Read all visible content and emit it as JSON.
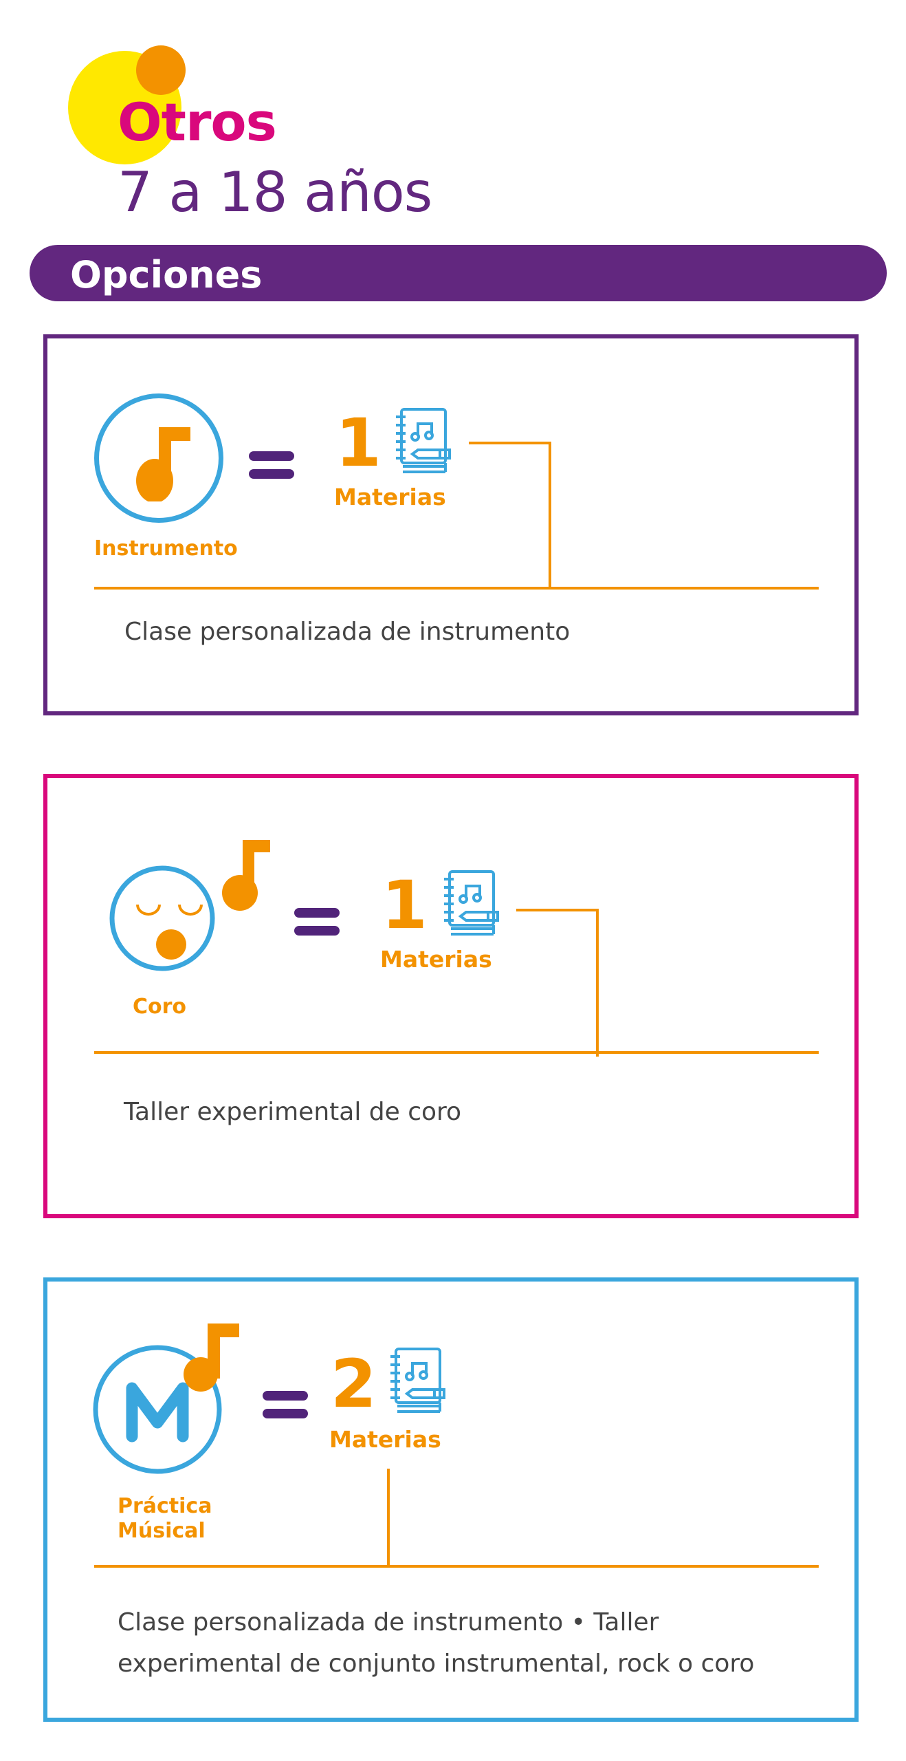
{
  "header": {
    "title": "Otros",
    "subtitle": "7 a 18 años"
  },
  "section": {
    "label": "Opciones"
  },
  "colors": {
    "orange": "#f39200",
    "purple": "#62277f",
    "pink": "#d9087c",
    "blue": "#3aa6dd",
    "yellow": "#ffe800"
  },
  "options": [
    {
      "label": "Instrumento",
      "count": "1",
      "unit": "Materias",
      "icon": "music-note-icon",
      "description": "Clase personalizada de instrumento"
    },
    {
      "label": "Coro",
      "count": "1",
      "unit": "Materias",
      "icon": "singing-face-icon",
      "description": "Taller experimental de coro"
    },
    {
      "label_line1": "Práctica",
      "label_line2": "Músical",
      "count": "2",
      "unit": "Materias",
      "icon": "music-m-icon",
      "description_line1": "Clase personalizada de instrumento • Taller",
      "description_line2": "experimental de conjunto instrumental, rock o coro"
    }
  ]
}
